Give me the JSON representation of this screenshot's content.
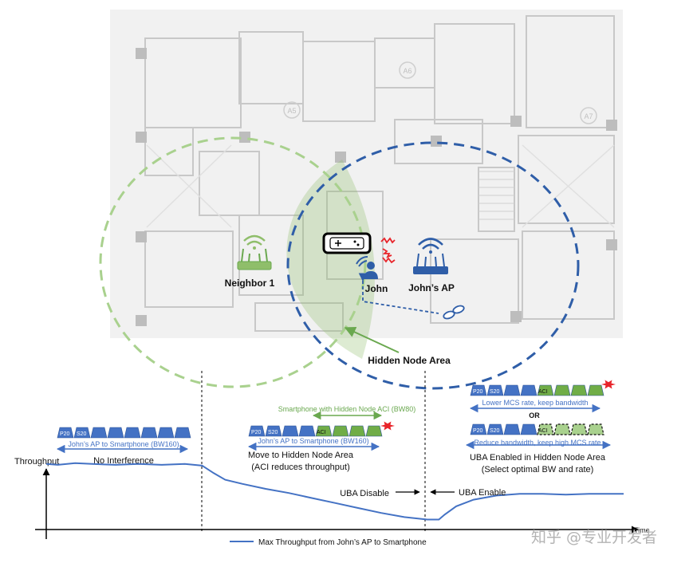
{
  "map": {
    "neighbor_label": "Neighbor 1",
    "john_label": "John",
    "ap_label": "John’s AP",
    "hidden_node_label": "Hidden Node Area",
    "room_labels": [
      "A5",
      "A6",
      "A7"
    ],
    "colors": {
      "neighbor": "#8fbe6a",
      "ap": "#2f5ea8",
      "aci": "#e8242a"
    }
  },
  "phases": {
    "p1": {
      "band_text": "John’s AP to Smartphone (BW160)",
      "caption": "No Interference",
      "block_labels": [
        "P20",
        "S20"
      ]
    },
    "p2": {
      "aci_text": "Smartphone with Hidden Node ACI (BW80)",
      "band_text": "John’s AP to Smartphone (BW160)",
      "caption_line1": "Move to Hidden Node Area",
      "caption_line2": "(ACI reduces throughput)",
      "block_labels": [
        "P20",
        "S20",
        "ACI"
      ]
    },
    "p3": {
      "option1_text": "Lower MCS rate, keep bandwidth",
      "or_text": "OR",
      "option2_text": "Reduce bandwidth, keep high MCS rate",
      "caption_line1": "UBA Enabled in Hidden Node Area",
      "caption_line2": "(Select optimal BW and rate)",
      "block_labels": [
        "P20",
        "S20",
        "ACI"
      ]
    }
  },
  "chart": {
    "ylabel": "Throughput",
    "xlabel": "Time",
    "uba_disable": "UBA Disable",
    "uba_enable": "UBA Enable",
    "legend": "Max Throughput from John’s AP to Smartphone",
    "line_color": "#4472c4"
  },
  "chart_data": {
    "type": "line",
    "title": "",
    "xlabel": "Time",
    "ylabel": "Throughput",
    "series": [
      {
        "name": "Max Throughput from John’s AP to Smartphone",
        "x": [
          0.0,
          0.02,
          0.05,
          0.08,
          0.12,
          0.16,
          0.2,
          0.24,
          0.27,
          0.29,
          0.31,
          0.34,
          0.38,
          0.42,
          0.46,
          0.5,
          0.54,
          0.58,
          0.62,
          0.66,
          0.68,
          0.69,
          0.71,
          0.74,
          0.78,
          0.82,
          0.86,
          0.9,
          0.94,
          0.97,
          1.0
        ],
        "y": [
          0.79,
          0.78,
          0.8,
          0.79,
          0.78,
          0.79,
          0.78,
          0.79,
          0.77,
          0.68,
          0.6,
          0.55,
          0.49,
          0.44,
          0.38,
          0.32,
          0.26,
          0.2,
          0.15,
          0.12,
          0.12,
          0.18,
          0.28,
          0.36,
          0.41,
          0.43,
          0.43,
          0.42,
          0.43,
          0.43,
          0.43
        ]
      }
    ]
  },
  "watermark": "知乎 @专业开发者"
}
